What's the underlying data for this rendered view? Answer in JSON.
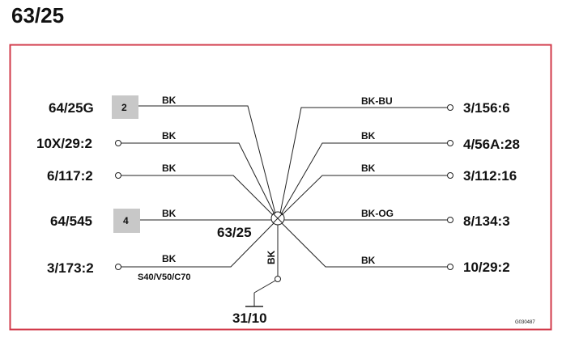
{
  "title": "63/25",
  "splice_label": "63/25",
  "ground": {
    "label": "31/10",
    "wire_color": "BK"
  },
  "variant_note": "S40/V50/C70",
  "figure_code": "G030487",
  "colors": {
    "frame": "#d23a4a",
    "pin_box": "#c8c8c8",
    "line": "#222222"
  },
  "left_connections": [
    {
      "connector": "64/25G",
      "pin": "2",
      "wire_color": "BK",
      "terminal": "box"
    },
    {
      "connector": "10X/29:2",
      "pin": "",
      "wire_color": "BK",
      "terminal": "circle"
    },
    {
      "connector": "6/117:2",
      "pin": "",
      "wire_color": "BK",
      "terminal": "circle"
    },
    {
      "connector": "64/545",
      "pin": "4",
      "wire_color": "BK",
      "terminal": "box"
    },
    {
      "connector": "3/173:2",
      "pin": "",
      "wire_color": "BK",
      "terminal": "circle"
    }
  ],
  "right_connections": [
    {
      "connector": "3/156:6",
      "wire_color": "BK-BU"
    },
    {
      "connector": "4/56A:28",
      "wire_color": "BK"
    },
    {
      "connector": "3/112:16",
      "wire_color": "BK"
    },
    {
      "connector": "8/134:3",
      "wire_color": "BK-OG"
    },
    {
      "connector": "10/29:2",
      "wire_color": "BK"
    }
  ]
}
